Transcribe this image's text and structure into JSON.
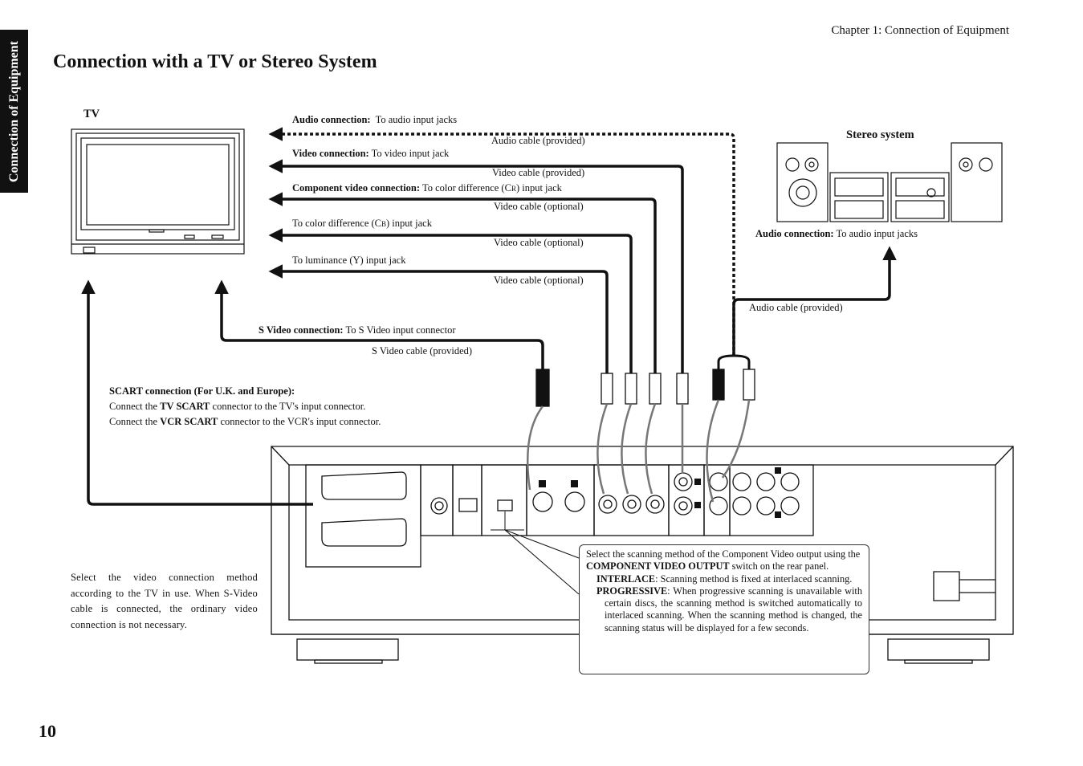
{
  "header": {
    "side_tab": "Connection of Equipment",
    "chapter": "Chapter 1: Connection of Equipment",
    "title": "Connection with a TV or Stereo System",
    "page_number": "10"
  },
  "diagram": {
    "tv_label": "TV",
    "stereo_label": "Stereo system",
    "audio_connection_bold": "Audio connection:",
    "audio_connection_text": "To audio input jacks",
    "audio_cable": "Audio cable (provided)",
    "video_connection_bold": "Video connection:",
    "video_connection_text": "To video input jack",
    "video_cable": "Video cable (provided)",
    "component_bold": "Component video connection:",
    "component_cr_pre": "To color difference (C",
    "component_cr_sub": "R",
    "component_cr_post": ") input jack",
    "video_cable_optional": "Video cable (optional)",
    "cb_pre": "To color difference (C",
    "cb_sub": "B",
    "cb_post": ") input jack",
    "luminance": "To luminance (Y) input jack",
    "stereo_audio_bold": "Audio connection:",
    "stereo_audio_text": "To audio input jacks",
    "stereo_audio_cable": "Audio cable (provided)",
    "svideo_bold": "S Video connection:",
    "svideo_text": "To S Video input connector",
    "svideo_cable": "S Video cable (provided)"
  },
  "scart_note": {
    "title": "SCART connection (For U.K. and Europe):",
    "line1_pre": "Connect the ",
    "line1_bold": "TV SCART",
    "line1_post": " connector to the TV's input connector.",
    "line2_pre": "Connect the ",
    "line2_bold": "VCR SCART",
    "line2_post": " connector to the VCR's input connector."
  },
  "select_note": "Select the video connection method according to the TV in use. When S-Video cable is connected, the ordinary video connection is not necessary.",
  "scan_box": {
    "intro_pre": "Select the scanning method of the Component Video output using the ",
    "intro_bold": "COMPONENT VIDEO OUTPUT",
    "intro_post": " switch on the rear panel.",
    "interlace_bold": "INTERLACE",
    "interlace_text": ": Scanning method is fixed at interlaced scanning.",
    "progressive_bold": "PROGRESSIVE",
    "progressive_text": ": When progressive scanning is unavailable with certain discs, the scanning method is switched automatically to interlaced scanning. When the scanning method is changed, the scanning status will be displayed for a few seconds."
  }
}
